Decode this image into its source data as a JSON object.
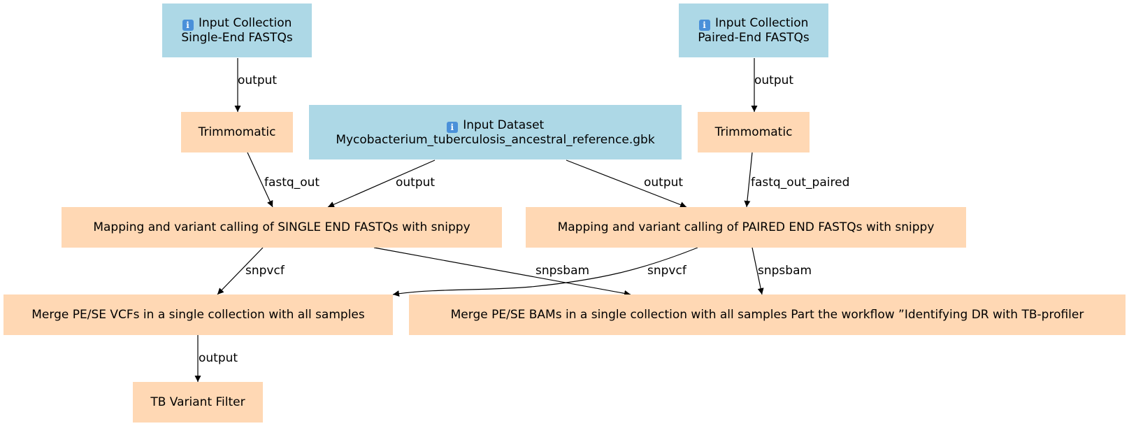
{
  "nodes": {
    "input_se": {
      "icon": "info-icon",
      "icon_glyph": "i",
      "line1": "Input Collection",
      "line2": "Single-End FASTQs"
    },
    "input_pe": {
      "icon": "info-icon",
      "icon_glyph": "i",
      "line1": "Input Collection",
      "line2": "Paired-End FASTQs"
    },
    "input_ref": {
      "icon": "info-icon",
      "icon_glyph": "i",
      "line1": "Input Dataset",
      "line2": "Mycobacterium_tuberculosis_ancestral_reference.gbk"
    },
    "trim_se": {
      "label": "Trimmomatic"
    },
    "trim_pe": {
      "label": "Trimmomatic"
    },
    "map_se": {
      "label": "Mapping and variant calling of SINGLE END FASTQs with snippy"
    },
    "map_pe": {
      "label": "Mapping and variant calling of PAIRED END FASTQs with snippy"
    },
    "merge_vcf": {
      "label": "Merge PE/SE VCFs in a single collection with all samples"
    },
    "merge_bam": {
      "label": "Merge PE/SE BAMs in a single collection with all samples Part the workflow ”Identifying DR with TB-profiler"
    },
    "tb_filter": {
      "label": "TB Variant Filter"
    }
  },
  "edges": [
    {
      "from": "input_se",
      "to": "trim_se",
      "label": "output"
    },
    {
      "from": "input_pe",
      "to": "trim_pe",
      "label": "output"
    },
    {
      "from": "trim_se",
      "to": "map_se",
      "label": "fastq_out"
    },
    {
      "from": "input_ref",
      "to": "map_se",
      "label": "output"
    },
    {
      "from": "input_ref",
      "to": "map_pe",
      "label": "output"
    },
    {
      "from": "trim_pe",
      "to": "map_pe",
      "label": "fastq_out_paired"
    },
    {
      "from": "map_se",
      "to": "merge_vcf",
      "label": "snpvcf"
    },
    {
      "from": "map_se",
      "to": "merge_bam",
      "label": "snpsbam"
    },
    {
      "from": "map_pe",
      "to": "merge_vcf",
      "label": "snpvcf"
    },
    {
      "from": "map_pe",
      "to": "merge_bam",
      "label": "snpsbam"
    },
    {
      "from": "merge_vcf",
      "to": "tb_filter",
      "label": "output"
    }
  ],
  "colors": {
    "input_fill": "#add8e6",
    "tool_fill": "#ffd8b4",
    "edge_stroke": "#000000"
  }
}
